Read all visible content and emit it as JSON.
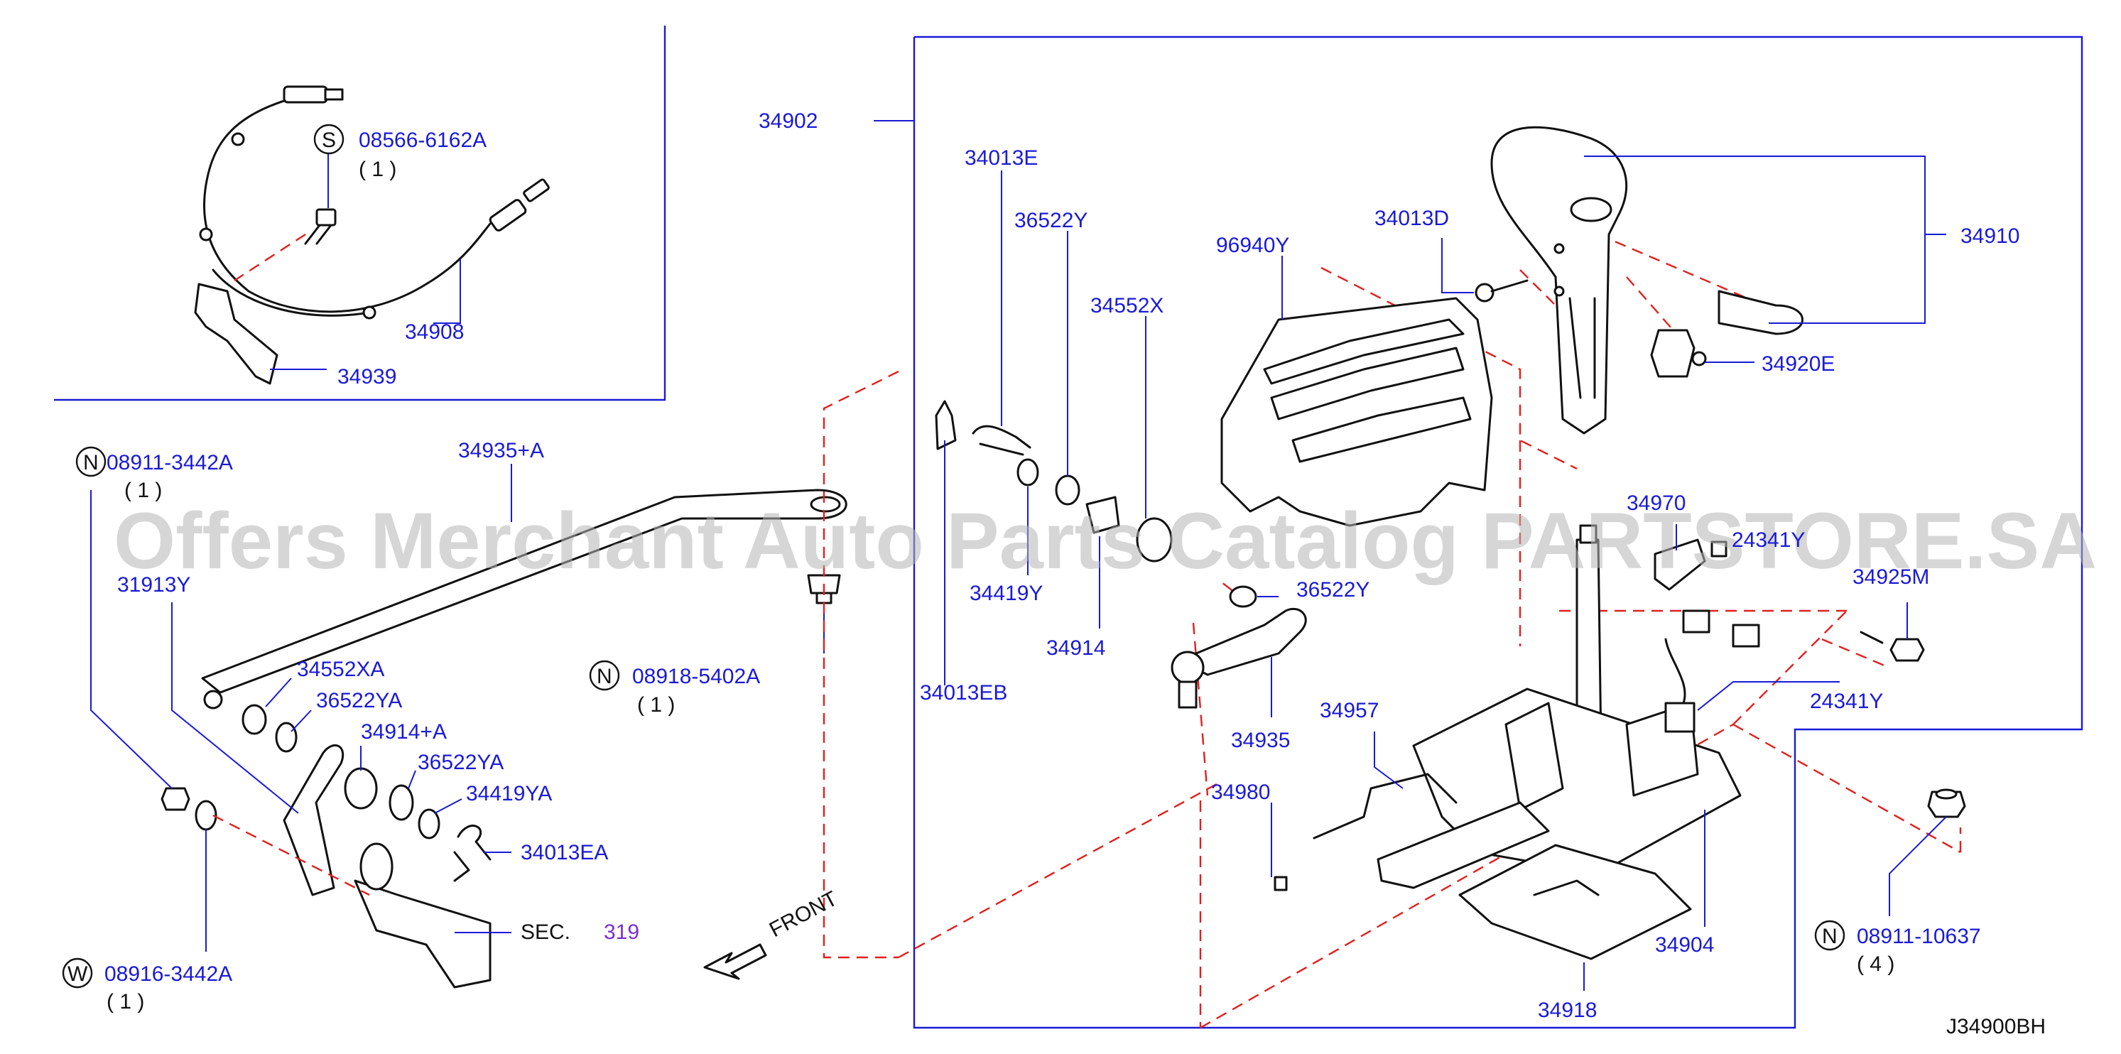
{
  "labels": {
    "p08566_6162A": "08566-6162A",
    "q08566": "( 1 )",
    "p34908": "34908",
    "p34939": "34939",
    "p08911_3442A": "08911-3442A",
    "q08911_3442A": "( 1 )",
    "p34935A": "34935+A",
    "p31913Y": "31913Y",
    "p34552XA": "34552XA",
    "p36522YA_1": "36522YA",
    "p34914A": "34914+A",
    "p36522YA_2": "36522YA",
    "p34419YA": "34419YA",
    "p34013EA": "34013EA",
    "sec": "SEC.",
    "sec319": "319",
    "front": "FRONT",
    "p08916_3442A": "08916-3442A",
    "q08916": "( 1 )",
    "p08918_5402A": "08918-5402A",
    "q08918": "( 1 )",
    "p34902": "34902",
    "p34013E": "34013E",
    "p36522Y_1": "36522Y",
    "p34552X": "34552X",
    "p96940Y": "96940Y",
    "p34013D": "34013D",
    "p34910": "34910",
    "p34920E": "34920E",
    "p34419Y": "34419Y",
    "p34914": "34914",
    "p34013EB": "34013EB",
    "p36522Y_2": "36522Y",
    "p34935": "34935",
    "p34970": "34970",
    "p24341Y_top": "24341Y",
    "p34925M": "34925M",
    "p24341Y": "24341Y",
    "p34957": "34957",
    "p34980": "34980",
    "p34904": "34904",
    "p34918": "34918",
    "p08911_10637": "08911-10637",
    "q08911_10637": "( 4 )",
    "code": "J34900BH"
  },
  "symbols": {
    "S": "S",
    "N1": "N",
    "N2": "N",
    "N3": "N",
    "W": "W"
  },
  "watermark": "Offers Merchant Auto Parts Catalog PARTSTORE.SA",
  "colors": {
    "label": "#1a1ad6",
    "leader": "#1a1ad6",
    "hidden_line": "#e0201e",
    "sec_ref": "#7a2fd0"
  }
}
